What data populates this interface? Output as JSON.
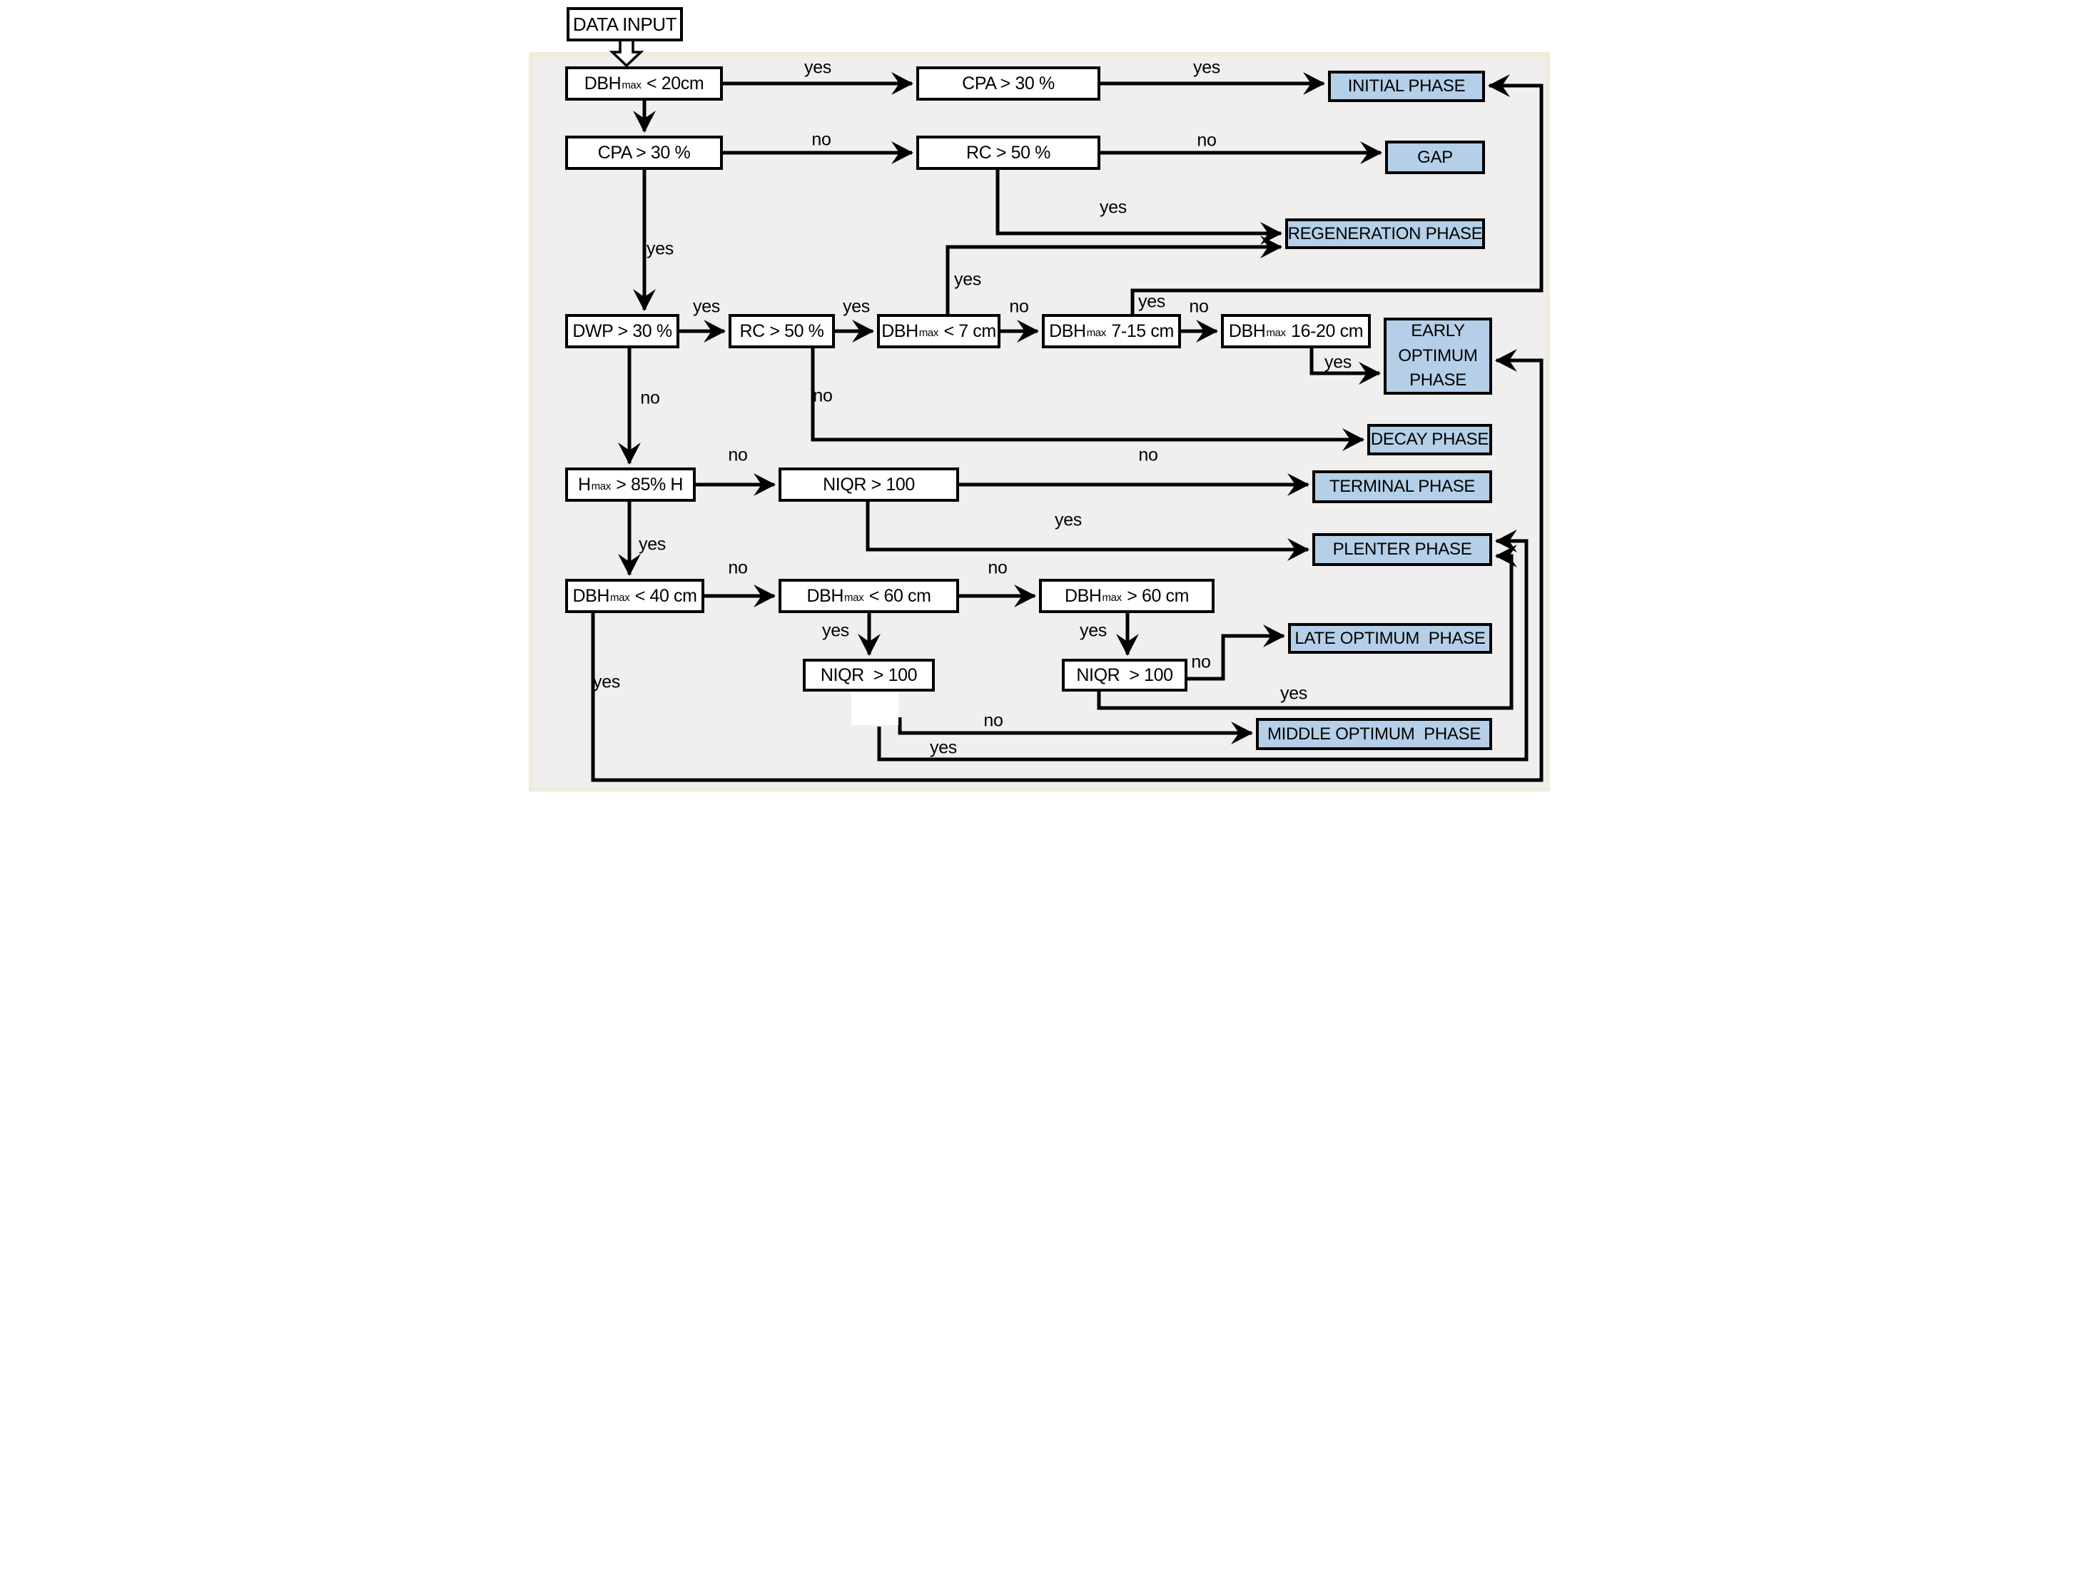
{
  "diagram": {
    "start": {
      "label": "DATA INPUT"
    },
    "decisions": {
      "dbh20": {
        "pre": "DBH",
        "sub": "max",
        "post": " < 20cm"
      },
      "cpa_top": {
        "label": "CPA > 30 %"
      },
      "cpa_left": {
        "label": "CPA > 30 %"
      },
      "rc_mid": {
        "label": "RC > 50 %"
      },
      "dwp": {
        "label": "DWP > 30 %"
      },
      "rc3": {
        "label": "RC > 50 %"
      },
      "dbh7": {
        "pre": "DBH",
        "sub": "max",
        "post": " < 7 cm"
      },
      "dbh715": {
        "pre": "DBH",
        "sub": "max",
        "post": " 7-15 cm"
      },
      "dbh1620": {
        "pre": "DBH",
        "sub": "max",
        "post": " 16-20 cm"
      },
      "hmax": {
        "pre": "H",
        "sub": "max",
        "post": " > 85% H"
      },
      "niqr_mid": {
        "label": "NIQR > 100"
      },
      "dbh40": {
        "pre": "DBH",
        "sub": "max",
        "post": " < 40 cm"
      },
      "dbh60": {
        "pre": "DBH",
        "sub": "max",
        "post": " < 60 cm"
      },
      "dbh60p": {
        "pre": "DBH",
        "sub": "max",
        "post": " > 60 cm"
      },
      "niqr_bl": {
        "label": "NIQR  > 100"
      },
      "niqr_br": {
        "label": "NIQR  > 100"
      }
    },
    "phases": {
      "initial": {
        "label": "INITIAL PHASE"
      },
      "gap": {
        "label": "GAP"
      },
      "regeneration": {
        "label": "REGENERATION PHASE"
      },
      "early_optimum": {
        "line1": "EARLY",
        "line2": "OPTIMUM",
        "line3": "PHASE"
      },
      "decay": {
        "label": "DECAY PHASE"
      },
      "terminal": {
        "label": "TERMINAL PHASE"
      },
      "plenter": {
        "label": "PLENTER PHASE"
      },
      "late_optimum": {
        "label": "LATE OPTIMUM  PHASE"
      },
      "middle_optimum": {
        "label": "MIDDLE OPTIMUM  PHASE"
      }
    },
    "labels": {
      "yes": "yes",
      "no": "no"
    },
    "colors": {
      "phase_fill": "#b5cfe8",
      "panel_fill": "#f0efed",
      "panel_edge": "#f0ecdb",
      "line": "#000000"
    }
  }
}
